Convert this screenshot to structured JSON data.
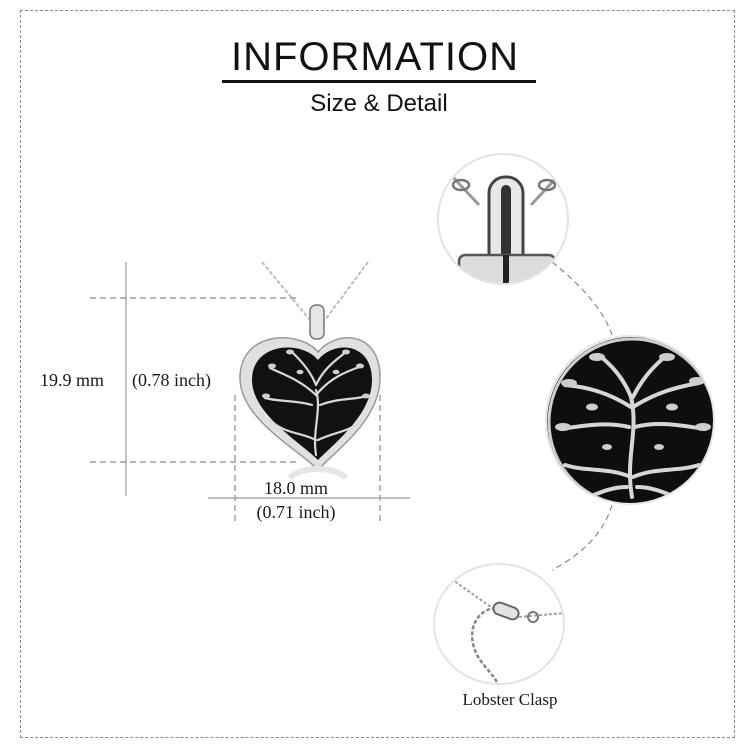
{
  "header": {
    "title": "INFORMATION",
    "subtitle": "Size & Detail"
  },
  "dimensions": {
    "height_mm": "19.9 mm",
    "height_inch": "(0.78 inch)",
    "width_mm": "18.0 mm",
    "width_inch": "(0.71 inch)"
  },
  "product": {
    "image": "heart-tree-of-life-pendant-icon",
    "colors": {
      "enamel": "#0d0d0d",
      "silver": "#d9d9d9",
      "guide_line": "#9a9a9a"
    }
  },
  "details": [
    {
      "id": "bail",
      "image": "bail-closeup-icon"
    },
    {
      "id": "tree",
      "image": "tree-of-life-closeup-icon"
    },
    {
      "id": "clasp",
      "image": "lobster-clasp-closeup-icon",
      "caption": "Lobster  Clasp"
    }
  ]
}
